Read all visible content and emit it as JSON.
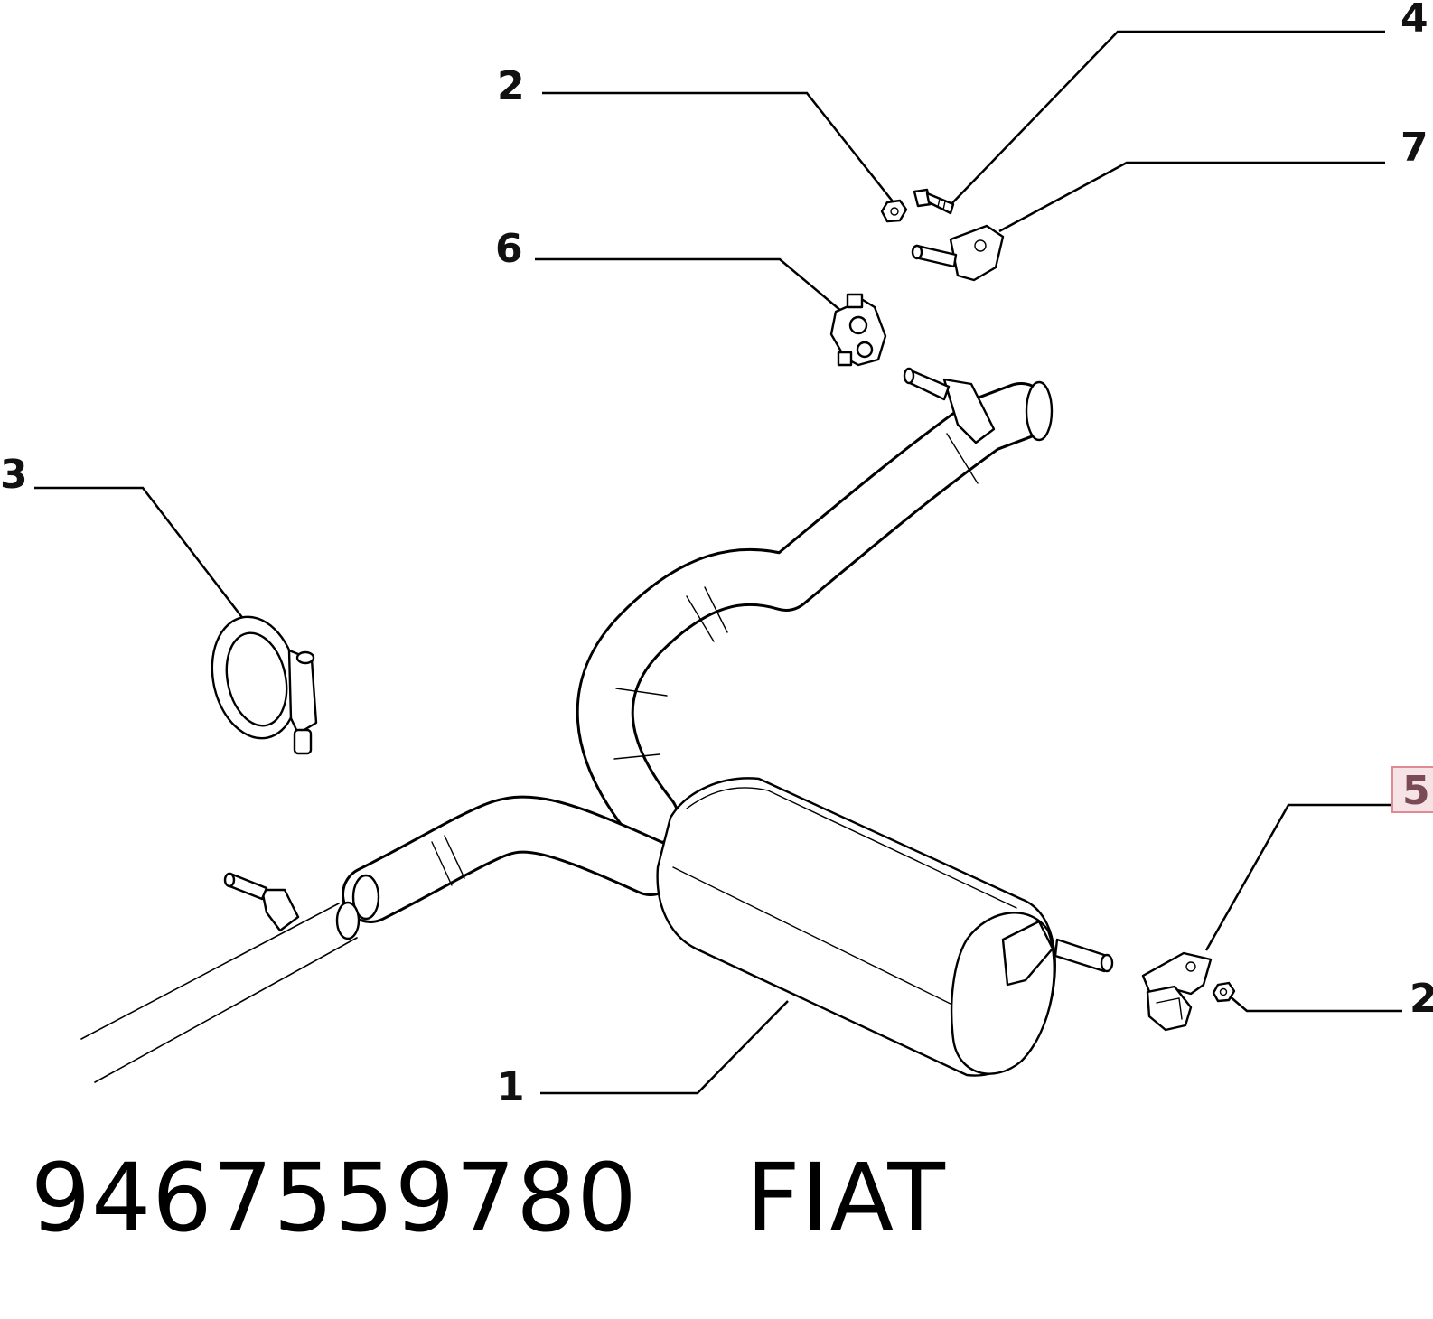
{
  "callouts": {
    "c1": "1",
    "c2_top": "2",
    "c2_bottom": "2",
    "c3": "3",
    "c4": "4",
    "c5": "5",
    "c6": "6",
    "c7": "7"
  },
  "caption": {
    "part_number": "9467559780",
    "brand": "FIAT"
  },
  "colors": {
    "line": "#000000",
    "background": "#ffffff",
    "highlight_border": "#e08a96",
    "highlight_fill": "#f6e3e6",
    "highlight_text": "#7a4a55"
  },
  "highlighted_callout": "5"
}
